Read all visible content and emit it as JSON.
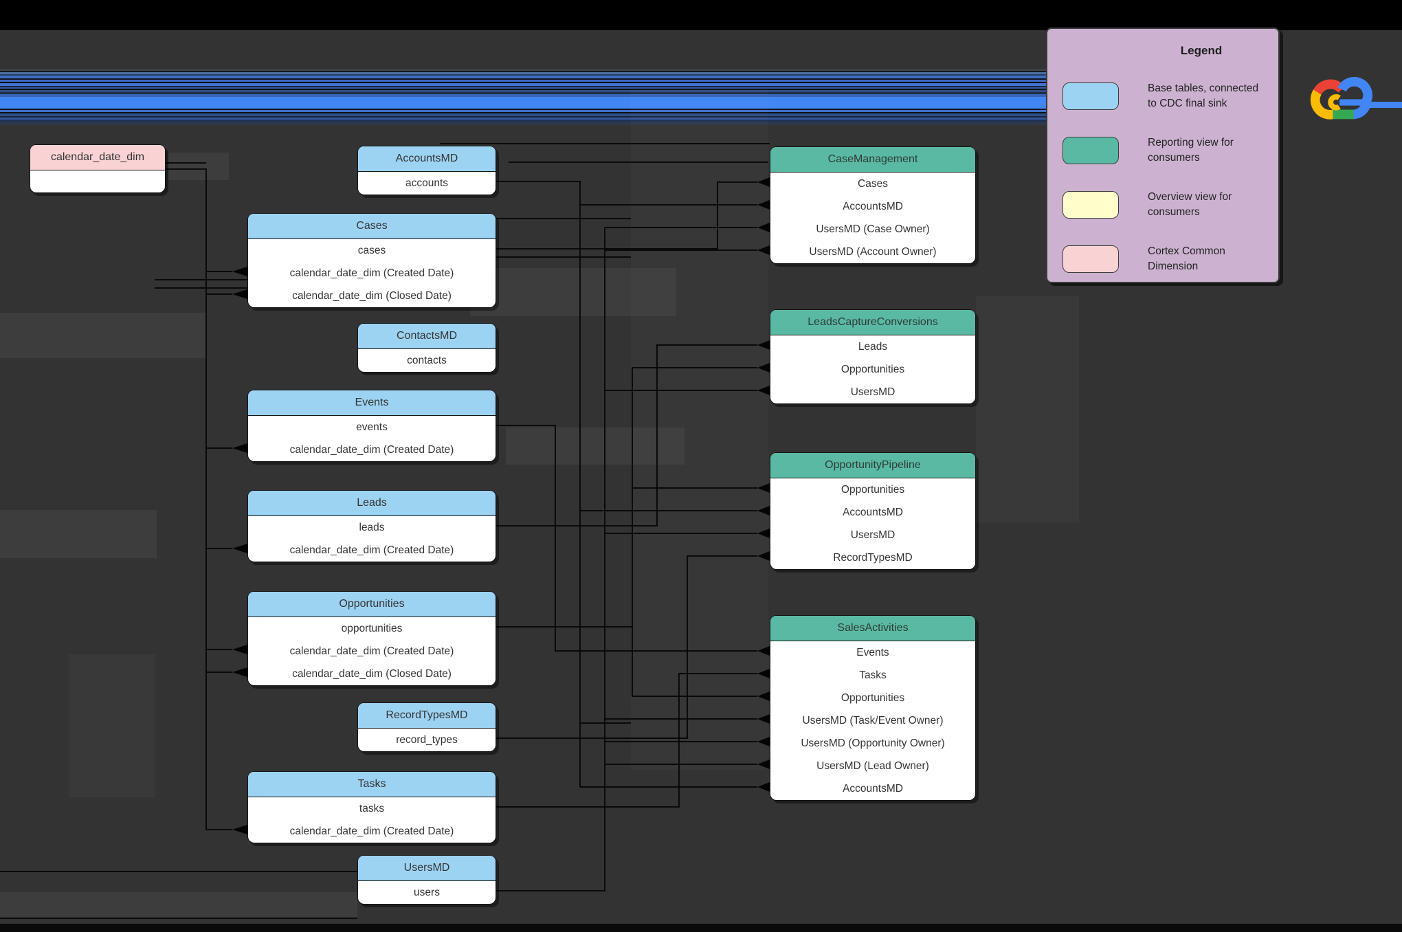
{
  "colors": {
    "background": "#333333",
    "top_bar": "#000000",
    "stripe_blue": "#4285f4",
    "base_table_header": "#9dd3f2",
    "reporting_view_header": "#5ab9a2",
    "overview_view_header": "#ffffcb",
    "common_dimension_header": "#f9d2d4",
    "legend_background": "#ccb2d0",
    "connector": "#000000"
  },
  "legend": {
    "title": "Legend",
    "items": [
      {
        "swatch_color": "#9dd3f2",
        "label": "Base tables, connected to CDC final sink"
      },
      {
        "swatch_color": "#5ab9a2",
        "label": "Reporting view for consumers"
      },
      {
        "swatch_color": "#ffffcb",
        "label": "Overview view for consumers"
      },
      {
        "swatch_color": "#f9d2d4",
        "label": "Cortex Common Dimension"
      }
    ]
  },
  "logo": {
    "name": "google-cloud-logo"
  },
  "tables": {
    "calendar_date_dim": {
      "type": "dimension",
      "title": "calendar_date_dim",
      "rows": []
    },
    "accounts_md": {
      "type": "base",
      "title": "AccountsMD",
      "rows": [
        "accounts"
      ]
    },
    "cases": {
      "type": "base",
      "title": "Cases",
      "rows": [
        "cases",
        "calendar_date_dim (Created Date)",
        "calendar_date_dim (Closed Date)"
      ]
    },
    "contacts_md": {
      "type": "base",
      "title": "ContactsMD",
      "rows": [
        "contacts"
      ]
    },
    "events": {
      "type": "base",
      "title": "Events",
      "rows": [
        "events",
        "calendar_date_dim (Created Date)"
      ]
    },
    "leads": {
      "type": "base",
      "title": "Leads",
      "rows": [
        "leads",
        "calendar_date_dim (Created Date)"
      ]
    },
    "opportunities": {
      "type": "base",
      "title": "Opportunities",
      "rows": [
        "opportunities",
        "calendar_date_dim (Created Date)",
        "calendar_date_dim (Closed Date)"
      ]
    },
    "record_types_md": {
      "type": "base",
      "title": "RecordTypesMD",
      "rows": [
        "record_types"
      ]
    },
    "tasks": {
      "type": "base",
      "title": "Tasks",
      "rows": [
        "tasks",
        "calendar_date_dim (Created Date)"
      ]
    },
    "users_md": {
      "type": "base",
      "title": "UsersMD",
      "rows": [
        "users"
      ]
    },
    "case_management": {
      "type": "view",
      "title": "CaseManagement",
      "rows": [
        "Cases",
        "AccountsMD",
        "UsersMD (Case Owner)",
        "UsersMD (Account Owner)"
      ]
    },
    "leads_capture_conversions": {
      "type": "view",
      "title": "LeadsCaptureConversions",
      "rows": [
        "Leads",
        "Opportunities",
        "UsersMD"
      ]
    },
    "opportunity_pipeline": {
      "type": "view",
      "title": "OpportunityPipeline",
      "rows": [
        "Opportunities",
        "AccountsMD",
        "UsersMD",
        "RecordTypesMD"
      ]
    },
    "sales_activities": {
      "type": "view",
      "title": "SalesActivities",
      "rows": [
        "Events",
        "Tasks",
        "Opportunities",
        "UsersMD (Task/Event Owner)",
        "UsersMD (Opportunity Owner)",
        "UsersMD (Lead Owner)",
        "AccountsMD"
      ]
    }
  }
}
